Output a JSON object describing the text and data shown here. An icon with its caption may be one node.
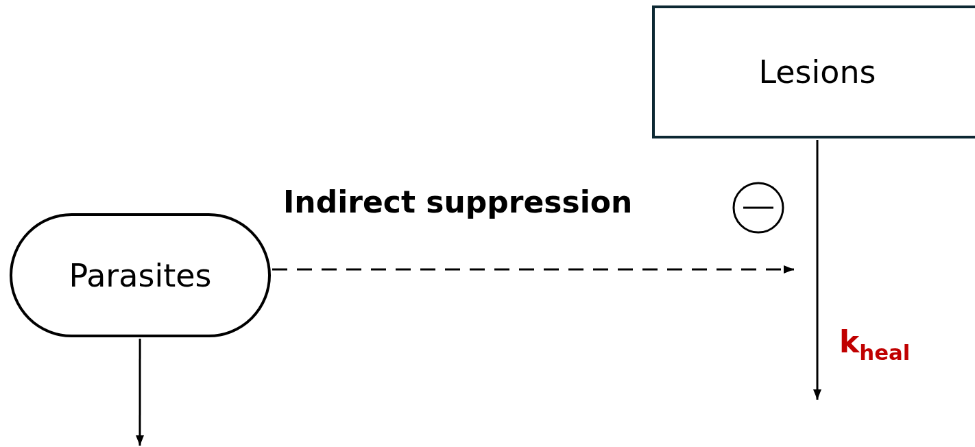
{
  "diagram": {
    "nodes": [
      {
        "text": [
          "Lesions"
        ]
      },
      {
        "text": [
          "Parasites"
        ]
      }
    ],
    "edges": [
      {
        "from": 1,
        "to": null,
        "arrow": "to",
        "style": "dashed",
        "label": "Indirect suppression"
      },
      {
        "from": 0,
        "to": null,
        "arrow": "to",
        "label": "k$_{heal}$"
      },
      {
        "from": 1,
        "to": null,
        "arrow": "to"
      }
    ]
  }
}
